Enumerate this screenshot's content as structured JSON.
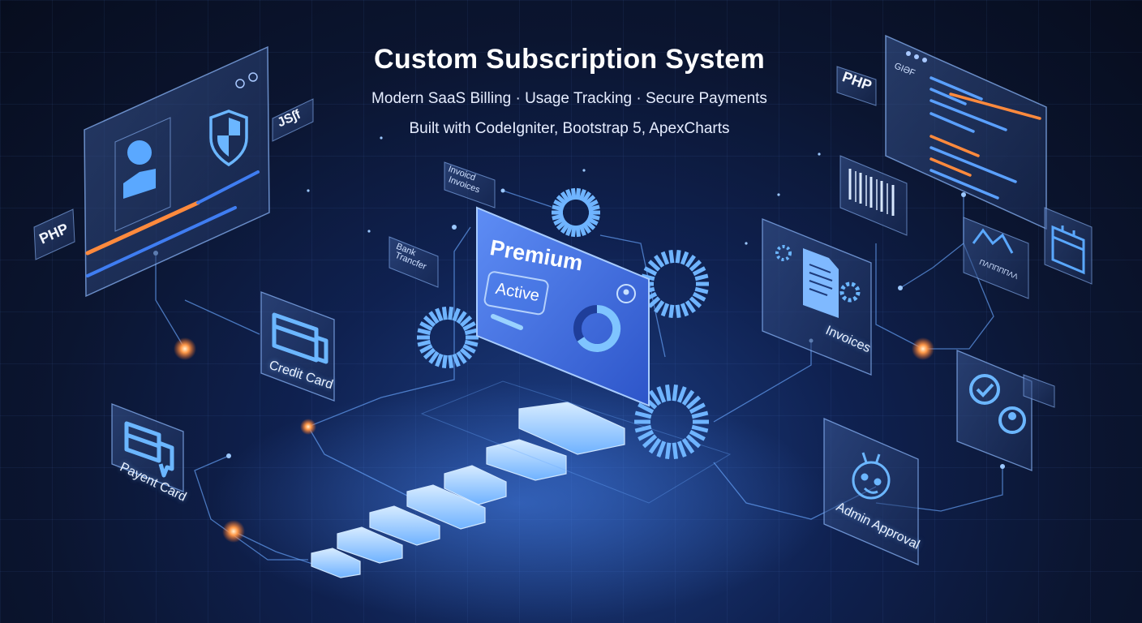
{
  "header": {
    "title": "Custom Subscription System",
    "subtitle_1": "Modern SaaS Billing · Usage Tracking · Secure Payments",
    "subtitle_2": "Built with CodeIgniter, Bootstrap 5, ApexCharts"
  },
  "left_panel": {
    "tag_php": "PHP",
    "tag_js": "JS∫f"
  },
  "subscription_card": {
    "plan": "Premium",
    "status": "Active"
  },
  "floating_tags": {
    "invoices_small": [
      "Invoicd",
      "Invoices"
    ],
    "bank_transfer": [
      "Bank",
      "Trancfer"
    ]
  },
  "cards": {
    "credit_card": "Credit Card",
    "payment_card": "Payent Card",
    "invoices": "Invoices",
    "admin_approval": "Admin Approval"
  },
  "code_panel": {
    "tag_php": "PHP",
    "header_text": "GIƏF"
  },
  "analytics_card": {
    "caption": "ΠΛΠΠΠΠΛΛ"
  },
  "colors": {
    "accent_blue": "#5aa0ff",
    "accent_orange": "#ff8a3d",
    "panel_glass": "#243a6a",
    "glow": "#9cc8ff"
  },
  "icons": [
    "user-icon",
    "shield-icon",
    "credit-card-icon",
    "chat-card-icon",
    "document-gear-icon",
    "barcode-icon",
    "chart-icon",
    "calendar-icon",
    "check-chat-icon",
    "user-badge-icon",
    "robot-face-icon"
  ]
}
